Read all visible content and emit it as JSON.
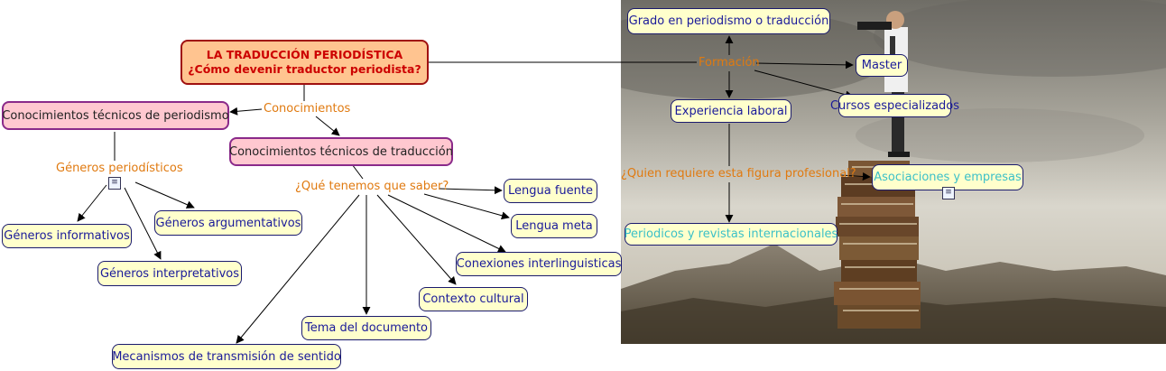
{
  "main": {
    "line1": "LA TRADUCCIÓN PERIODÍSTICA",
    "line2": "¿Cómo devenir traductor periodista?"
  },
  "concepts": {
    "grado": "Grado en periodismo o traducción",
    "master": "Master",
    "experiencia": "Experiencia laboral",
    "cursos": "Cursos especializados",
    "asociaciones": "Asociaciones y empresas",
    "periodicos": "Periodicos y revistas internacionales",
    "periodismo": "Conocimientos técnicos de periodismo",
    "traduccion": "Conocimientos técnicos de traducción",
    "informativos": "Géneros informativos",
    "argumentativos": "Géneros argumentativos",
    "interpretativos": "Géneros interpretativos",
    "fuente": "Lengua fuente",
    "meta": "Lengua meta",
    "conexiones": "Conexiones interlinguisticas",
    "contexto": "Contexto cultural",
    "tema": "Tema del documento",
    "mecanismos": "Mecanismos de transmisión de sentido"
  },
  "links": {
    "formacion": "Formación",
    "conocimientos": "Conocimientos",
    "generos": "Géneros periodísticos",
    "que_saber": "¿Qué tenemos que saber?",
    "quien": "¿Quien requiere esta figura profesional?"
  },
  "icons": {
    "document": "document-icon"
  }
}
